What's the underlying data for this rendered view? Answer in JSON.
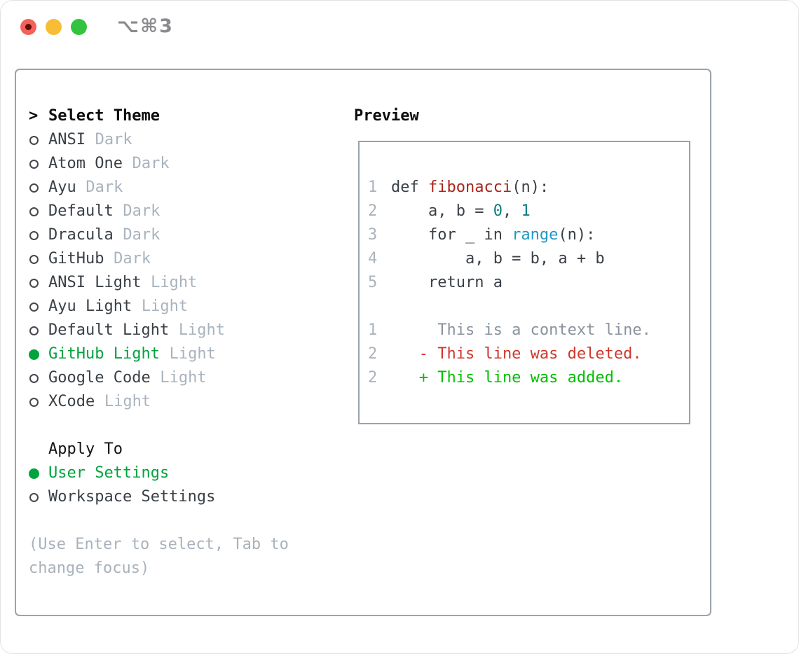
{
  "window": {
    "titlebar_shortcut": "⌥⌘3"
  },
  "colors": {
    "accent_green": "#00a33e",
    "panel_border": "#9aa3ad",
    "text_dark": "#3a4046",
    "text_black": "#0b0d0e",
    "text_muted": "#a9b3bd",
    "hint_gray": "#a9b2bc",
    "traffic_red": "#f4615a",
    "traffic_red_dot": "#5c0f08",
    "traffic_yellow": "#f6bd35",
    "traffic_green": "#32c43e",
    "syntax": {
      "fg": "#3a4046",
      "func": "#a8241a",
      "num": "#0b7d82",
      "builtin": "#2097c6",
      "context": "#8a929b",
      "deleted": "#cf372c",
      "added": "#00bf00",
      "lnum": "#a9b3bd"
    }
  },
  "theme_picker": {
    "prompt": ">",
    "title": "Select Theme",
    "themes": [
      {
        "label": "ANSI",
        "variant": "Dark",
        "selected": false
      },
      {
        "label": "Atom One",
        "variant": "Dark",
        "selected": false
      },
      {
        "label": "Ayu",
        "variant": "Dark",
        "selected": false
      },
      {
        "label": "Default",
        "variant": "Dark",
        "selected": false
      },
      {
        "label": "Dracula",
        "variant": "Dark",
        "selected": false
      },
      {
        "label": "GitHub",
        "variant": "Dark",
        "selected": false
      },
      {
        "label": "ANSI Light",
        "variant": "Light",
        "selected": false
      },
      {
        "label": "Ayu Light",
        "variant": "Light",
        "selected": false
      },
      {
        "label": "Default Light",
        "variant": "Light",
        "selected": false
      },
      {
        "label": "GitHub Light",
        "variant": "Light",
        "selected": true
      },
      {
        "label": "Google Code",
        "variant": "Light",
        "selected": false
      },
      {
        "label": "XCode",
        "variant": "Light",
        "selected": false
      }
    ],
    "apply_to": {
      "title": "Apply To",
      "options": [
        {
          "label": "User Settings",
          "selected": true
        },
        {
          "label": "Workspace Settings",
          "selected": false
        }
      ]
    },
    "hint_lines": [
      "(Use Enter to select, Tab to",
      "change focus)"
    ]
  },
  "preview": {
    "title": "Preview",
    "code_lines": [
      {
        "num": "1",
        "tokens": [
          {
            "text": "def ",
            "color": "fg"
          },
          {
            "text": "fibonacci",
            "color": "func"
          },
          {
            "text": "(n):",
            "color": "fg"
          }
        ]
      },
      {
        "num": "2",
        "tokens": [
          {
            "text": "    a, b = ",
            "color": "fg"
          },
          {
            "text": "0",
            "color": "num"
          },
          {
            "text": ", ",
            "color": "fg"
          },
          {
            "text": "1",
            "color": "num"
          }
        ]
      },
      {
        "num": "3",
        "tokens": [
          {
            "text": "    for _ in ",
            "color": "fg"
          },
          {
            "text": "range",
            "color": "builtin"
          },
          {
            "text": "(n):",
            "color": "fg"
          }
        ]
      },
      {
        "num": "4",
        "tokens": [
          {
            "text": "        a, b = b, a + b",
            "color": "fg"
          }
        ]
      },
      {
        "num": "5",
        "tokens": [
          {
            "text": "    return a",
            "color": "fg"
          }
        ]
      },
      {
        "num": "",
        "tokens": []
      },
      {
        "num": "1",
        "tokens": [
          {
            "text": "     This is a context line.",
            "color": "context"
          }
        ]
      },
      {
        "num": "2",
        "tokens": [
          {
            "text": "   - This line was deleted.",
            "color": "deleted"
          }
        ]
      },
      {
        "num": "2",
        "tokens": [
          {
            "text": "   + This line was added.",
            "color": "added"
          }
        ]
      }
    ]
  }
}
